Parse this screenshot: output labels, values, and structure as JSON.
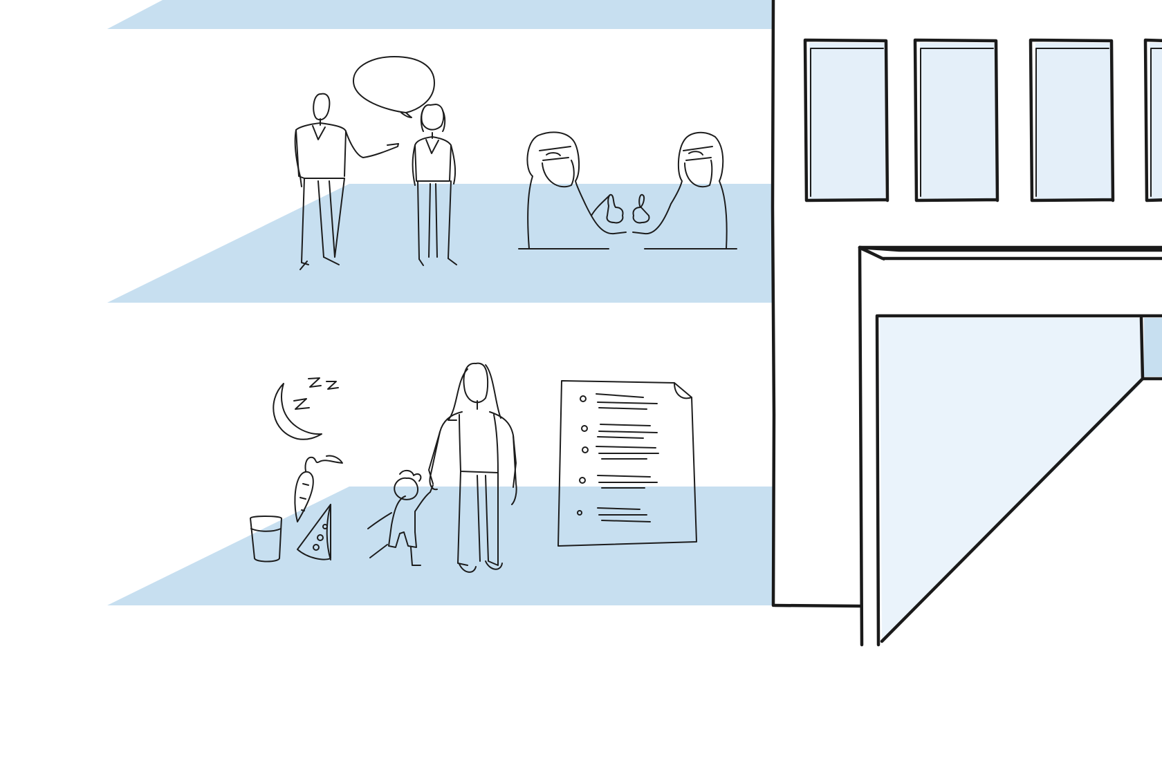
{
  "colors": {
    "background": "#ffffff",
    "floor_blue": "#c7dff0",
    "window_tint": "#e4eff9",
    "door_glass": "#eaf3fb",
    "ink": "#1c1c1c"
  },
  "scene": {
    "floors": [
      "top-floor-strip",
      "upper-floor",
      "lower-floor"
    ],
    "upper_floor_icons": [
      "speech-bubble-icon",
      "staff-member-figure",
      "staff-member-figure",
      "masked-worker-figure",
      "masked-worker-figure",
      "thumbs-up-icon"
    ],
    "lower_floor_icons": [
      "moon-icon",
      "sleep-z-icon",
      "carrot-icon",
      "pizza-slice-icon",
      "water-glass-icon",
      "woman-figure",
      "child-figure",
      "checklist-icon"
    ],
    "building_icons": [
      "window",
      "window",
      "window",
      "window",
      "entrance-canopy",
      "glass-door"
    ]
  }
}
